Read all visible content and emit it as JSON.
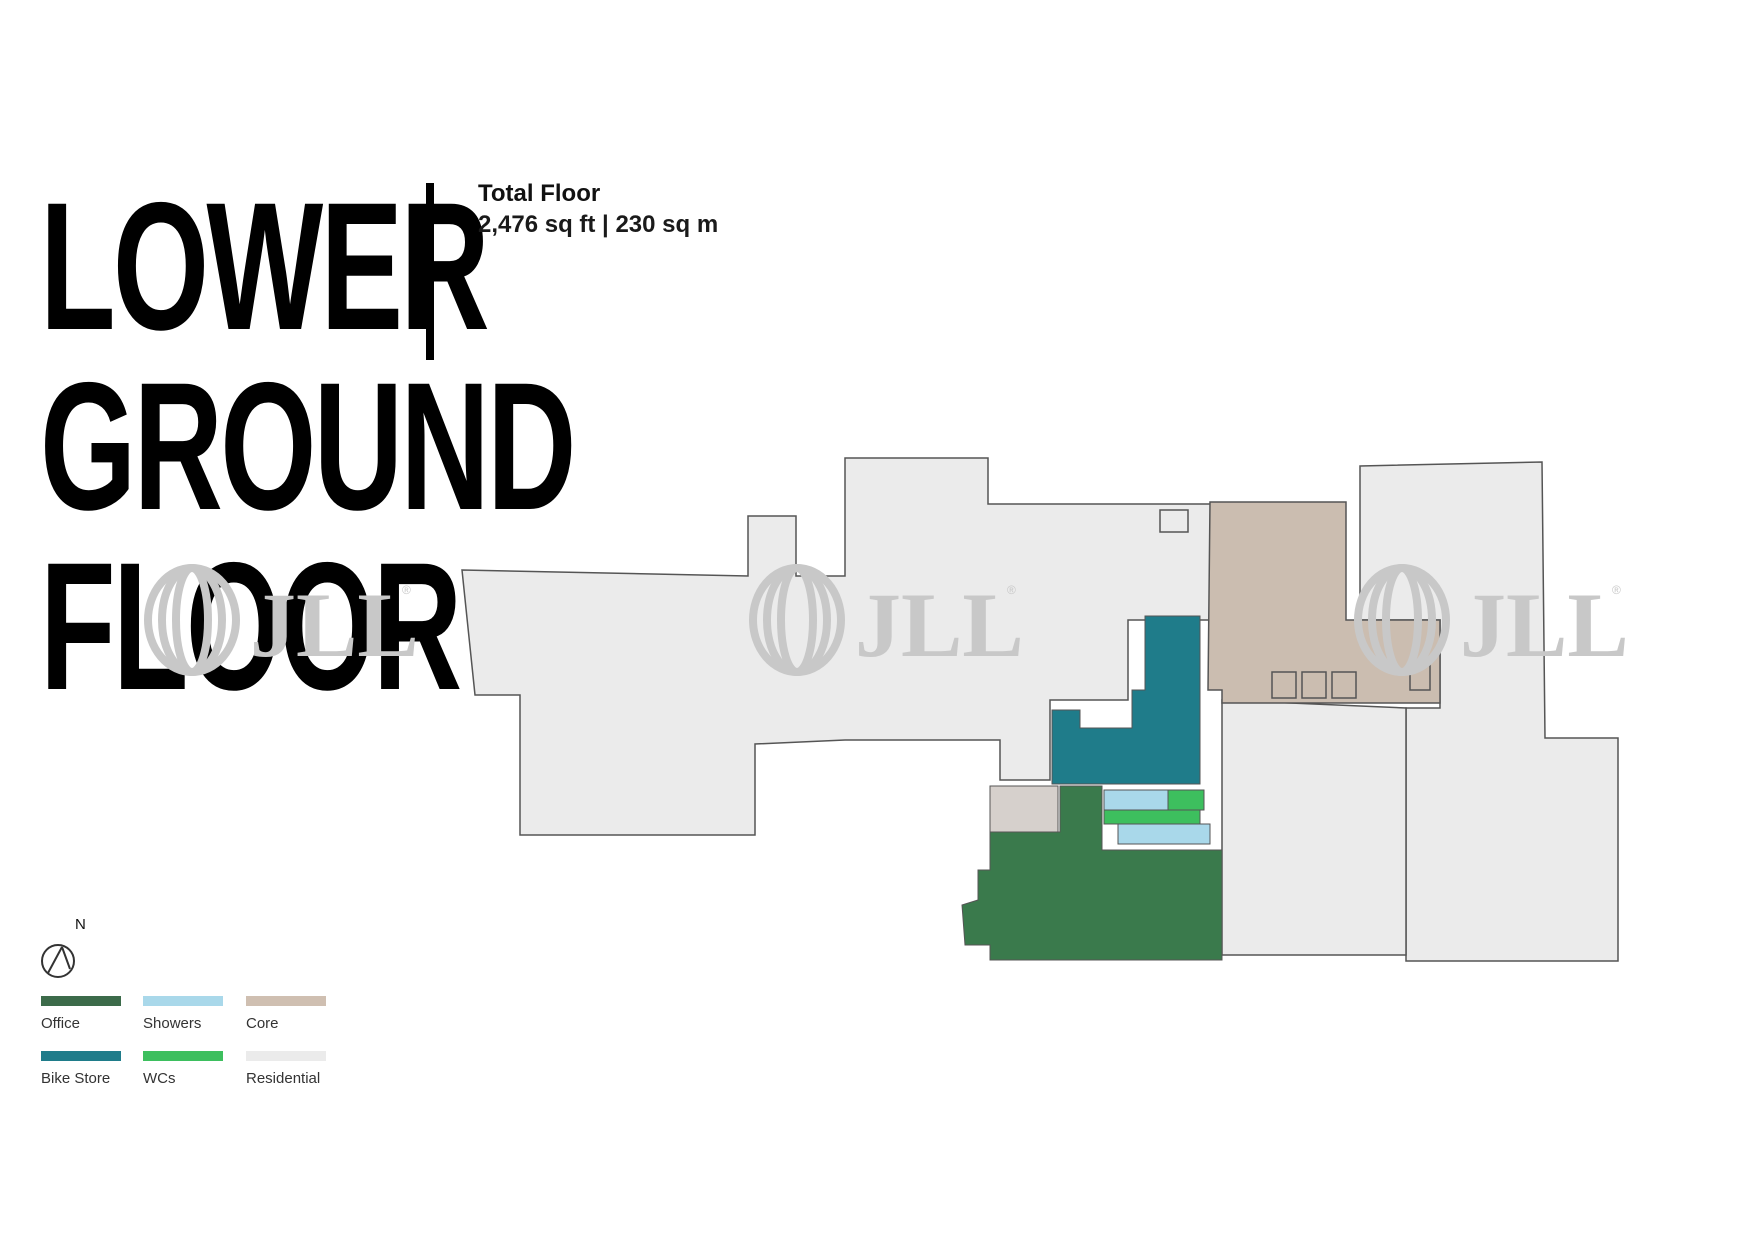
{
  "floor": {
    "title_lines": [
      "LOWER",
      "GROUND",
      "FLOOR"
    ],
    "area_label": "Total Floor",
    "area_value": "2,476 sq ft | 230 sq m"
  },
  "north_label": "N",
  "legend": [
    {
      "key": "office",
      "label": "Office",
      "color": "#3c6b4a"
    },
    {
      "key": "showers",
      "label": "Showers",
      "color": "#a9d8ea"
    },
    {
      "key": "core",
      "label": "Core",
      "color": "#cfbfb1"
    },
    {
      "key": "bike-store",
      "label": "Bike Store",
      "color": "#1f7c8a"
    },
    {
      "key": "wcs",
      "label": "WCs",
      "color": "#3dbf5e"
    },
    {
      "key": "residential",
      "label": "Residential",
      "color": "#ebebeb"
    }
  ],
  "plan_colors": {
    "office": "#3a7a4c",
    "bike_store": "#1f7c8a",
    "core": "#cbbdb0",
    "residential": "#ebebeb",
    "showers": "#a9d8ea",
    "wcs": "#3dbf5e",
    "outline": "#555555"
  },
  "watermark": {
    "text": "JLL",
    "mark": "®",
    "color": "#c8c8c8"
  }
}
